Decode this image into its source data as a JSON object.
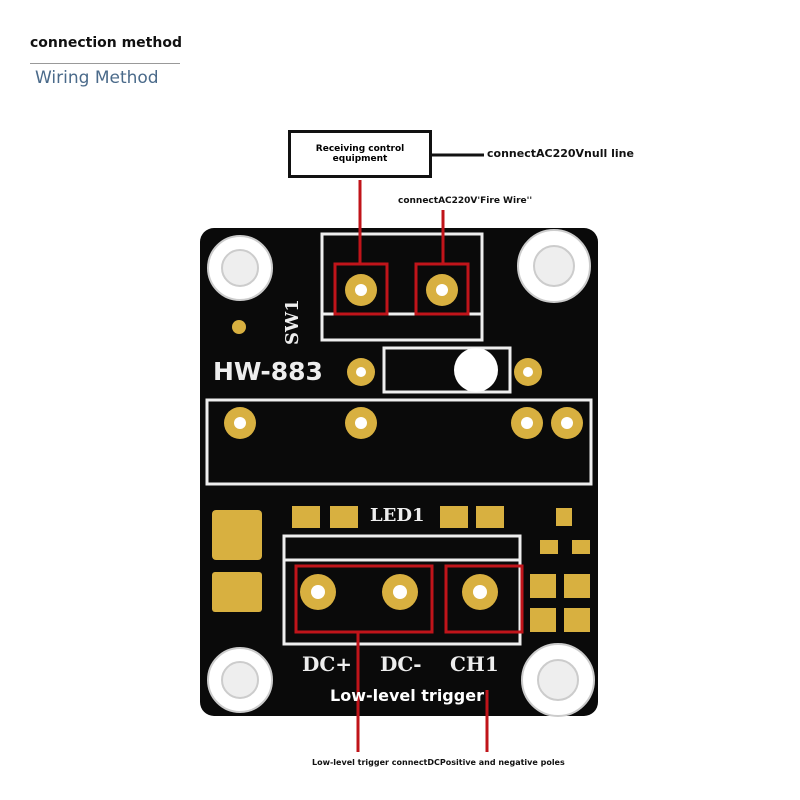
{
  "header": {
    "title": "connection method",
    "subtitle": "Wiring Method"
  },
  "labels": {
    "receiving_box": "Receiving control equipment",
    "null_line": "connectAC220Vnull line",
    "fire_wire": "connectAC220V'Fire Wire''",
    "low_level_trigger": "Low-level trigger",
    "bottom_note": "Low-level trigger connectDCPositive and negative poles"
  },
  "board": {
    "model": "HW-883",
    "switch_label": "SW1",
    "led_label": "LED1",
    "pins": [
      "DC+",
      "DC-",
      "CH1"
    ]
  },
  "colors": {
    "wire": "#c0141a",
    "board": "#0a0a0a",
    "pad": "#d8b040",
    "silk": "#eeeeee"
  }
}
